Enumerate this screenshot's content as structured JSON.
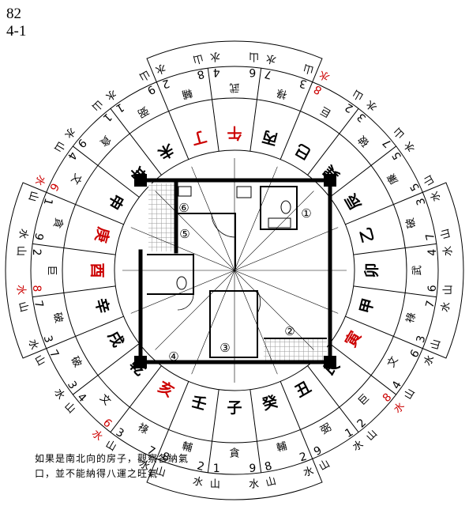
{
  "header": {
    "figure_number": "82",
    "figure_code": "4-1"
  },
  "colors": {
    "ink": "#000000",
    "red": "#cc0000",
    "tile": "#9a9a9a"
  },
  "mountains": [
    {
      "name": "子",
      "red": false
    },
    {
      "name": "癸",
      "red": false
    },
    {
      "name": "丑",
      "red": false
    },
    {
      "name": "艮",
      "red": false
    },
    {
      "name": "寅",
      "red": true
    },
    {
      "name": "甲",
      "red": false
    },
    {
      "name": "卯",
      "red": false
    },
    {
      "name": "乙",
      "red": false
    },
    {
      "name": "辰",
      "red": false
    },
    {
      "name": "巽",
      "red": false
    },
    {
      "name": "巳",
      "red": false
    },
    {
      "name": "丙",
      "red": false
    },
    {
      "name": "午",
      "red": true
    },
    {
      "name": "丁",
      "red": true
    },
    {
      "name": "未",
      "red": false
    },
    {
      "name": "坤",
      "red": false
    },
    {
      "name": "申",
      "red": false
    },
    {
      "name": "庚",
      "red": true
    },
    {
      "name": "酉",
      "red": true
    },
    {
      "name": "辛",
      "red": false
    },
    {
      "name": "戌",
      "red": false
    },
    {
      "name": "乾",
      "red": false
    },
    {
      "name": "亥",
      "red": true
    },
    {
      "name": "壬",
      "red": false
    }
  ],
  "ring": [
    {
      "star": "貪",
      "palace": [
        {
          "t": "1",
          "r": false
        },
        {
          "t": "9",
          "r": false
        }
      ],
      "bottom": [
        {
          "t": "山",
          "r": false
        },
        {
          "t": "水",
          "r": false
        }
      ]
    },
    {
      "star": "輔",
      "palace": [
        {
          "t": "8",
          "r": false
        },
        {
          "t": "2",
          "r": false
        }
      ],
      "bottom": [
        {
          "t": "山",
          "r": false
        },
        {
          "t": "水",
          "r": false
        }
      ]
    },
    {
      "star": "弼",
      "palace": [
        {
          "t": "9",
          "r": false
        },
        {
          "t": "1",
          "r": false
        }
      ],
      "bottom": [
        {
          "t": "山",
          "r": false
        },
        {
          "t": "水",
          "r": false
        }
      ]
    },
    {
      "star": "巨",
      "palace": [
        {
          "t": "2",
          "r": false
        },
        {
          "t": "8",
          "r": true
        }
      ],
      "bottom": [
        {
          "t": "山",
          "r": false
        },
        {
          "t": "水",
          "r": true
        }
      ]
    },
    {
      "star": "文",
      "palace": [
        {
          "t": "4",
          "r": false
        },
        {
          "t": "6",
          "r": false
        }
      ],
      "bottom": [
        {
          "t": "山",
          "r": false
        },
        {
          "t": "水",
          "r": false
        }
      ]
    },
    {
      "star": "祿",
      "palace": [
        {
          "t": "3",
          "r": false
        },
        {
          "t": "7",
          "r": false
        }
      ],
      "bottom": [
        {
          "t": "山",
          "r": false
        },
        {
          "t": "水",
          "r": false
        }
      ]
    },
    {
      "star": "武",
      "palace": [
        {
          "t": "6",
          "r": false
        },
        {
          "t": "4",
          "r": false
        }
      ],
      "bottom": [
        {
          "t": "山",
          "r": false
        },
        {
          "t": "水",
          "r": false
        }
      ]
    },
    {
      "star": "破",
      "palace": [
        {
          "t": "7",
          "r": false
        },
        {
          "t": "3",
          "r": false
        }
      ],
      "bottom": [
        {
          "t": "山",
          "r": false
        },
        {
          "t": "水",
          "r": false
        }
      ]
    },
    {
      "star": "廉",
      "palace": [
        {
          "t": "5",
          "r": false
        },
        {
          "t": "5",
          "r": false
        }
      ],
      "bottom": [
        {
          "t": "山",
          "r": false
        },
        {
          "t": "水",
          "r": false
        }
      ]
    },
    {
      "star": "破",
      "palace": [
        {
          "t": "7",
          "r": false
        },
        {
          "t": "3",
          "r": false
        }
      ],
      "bottom": [
        {
          "t": "山",
          "r": false
        },
        {
          "t": "水",
          "r": false
        }
      ]
    },
    {
      "star": "巨",
      "palace": [
        {
          "t": "2",
          "r": false
        },
        {
          "t": "8",
          "r": true
        }
      ],
      "bottom": [
        {
          "t": "山",
          "r": false
        },
        {
          "t": "水",
          "r": true
        }
      ]
    },
    {
      "star": "祿",
      "palace": [
        {
          "t": "3",
          "r": false
        },
        {
          "t": "7",
          "r": false
        }
      ],
      "bottom": [
        {
          "t": "山",
          "r": false
        },
        {
          "t": "水",
          "r": false
        }
      ]
    },
    {
      "star": "武",
      "palace": [
        {
          "t": "6",
          "r": false
        },
        {
          "t": "4",
          "r": false
        }
      ],
      "bottom": [
        {
          "t": "山",
          "r": false
        },
        {
          "t": "水",
          "r": false
        }
      ]
    },
    {
      "star": "輔",
      "palace": [
        {
          "t": "8",
          "r": false
        },
        {
          "t": "2",
          "r": false
        }
      ],
      "bottom": [
        {
          "t": "山",
          "r": false
        },
        {
          "t": "水",
          "r": false
        }
      ]
    },
    {
      "star": "弼",
      "palace": [
        {
          "t": "9",
          "r": false
        },
        {
          "t": "1",
          "r": false
        }
      ],
      "bottom": [
        {
          "t": "山",
          "r": false
        },
        {
          "t": "水",
          "r": false
        }
      ]
    },
    {
      "star": "貪",
      "palace": [
        {
          "t": "1",
          "r": false
        },
        {
          "t": "9",
          "r": false
        }
      ],
      "bottom": [
        {
          "t": "山",
          "r": false
        },
        {
          "t": "水",
          "r": false
        }
      ]
    },
    {
      "star": "文",
      "palace": [
        {
          "t": "4",
          "r": false
        },
        {
          "t": "6",
          "r": true
        }
      ],
      "bottom": [
        {
          "t": "山",
          "r": false
        },
        {
          "t": "水",
          "r": true
        }
      ]
    },
    {
      "star": "貪",
      "palace": [
        {
          "t": "1",
          "r": false
        },
        {
          "t": "9",
          "r": false
        }
      ],
      "bottom": [
        {
          "t": "山",
          "r": false
        },
        {
          "t": "水",
          "r": false
        }
      ]
    },
    {
      "star": "巨",
      "palace": [
        {
          "t": "2",
          "r": false
        },
        {
          "t": "8",
          "r": true
        }
      ],
      "bottom": [
        {
          "t": "山",
          "r": false
        },
        {
          "t": "水",
          "r": true
        }
      ]
    },
    {
      "star": "破",
      "palace": [
        {
          "t": "7",
          "r": false
        },
        {
          "t": "3",
          "r": false
        }
      ],
      "bottom": [
        {
          "t": "山",
          "r": false
        },
        {
          "t": "水",
          "r": false
        }
      ]
    },
    {
      "star": "破",
      "palace": [
        {
          "t": "7",
          "r": false
        },
        {
          "t": "3",
          "r": false
        }
      ],
      "bottom": [
        {
          "t": "山",
          "r": false
        },
        {
          "t": "水",
          "r": false
        }
      ]
    },
    {
      "star": "文",
      "palace": [
        {
          "t": "4",
          "r": false
        },
        {
          "t": "6",
          "r": true
        }
      ],
      "bottom": [
        {
          "t": "山",
          "r": false
        },
        {
          "t": "水",
          "r": true
        }
      ]
    },
    {
      "star": "祿",
      "palace": [
        {
          "t": "3",
          "r": false
        },
        {
          "t": "7",
          "r": false
        }
      ],
      "bottom": [
        {
          "t": "山",
          "r": false
        },
        {
          "t": "水",
          "r": false
        }
      ]
    },
    {
      "star": "輔",
      "palace": [
        {
          "t": "8",
          "r": false
        },
        {
          "t": "2",
          "r": false
        }
      ],
      "bottom": [
        {
          "t": "山",
          "r": false
        },
        {
          "t": "水",
          "r": false
        }
      ]
    }
  ],
  "rooms": [
    "①",
    "②",
    "③",
    "④",
    "⑤",
    "⑥"
  ],
  "note": "如果是南北向的房子，觀察各納氣口，並不能納得八運之旺氣"
}
